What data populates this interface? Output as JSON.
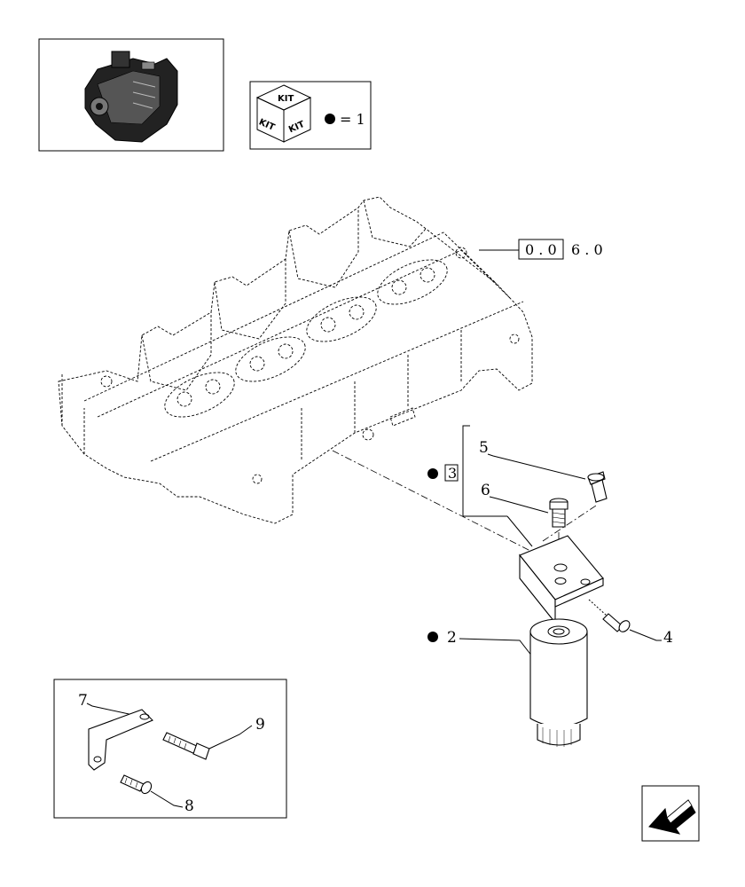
{
  "kit_legend": {
    "kit_label": "KIT",
    "equals_text": "= 1"
  },
  "reference": {
    "boxed_text": "0 . 0",
    "suffix_text": "6 . 0"
  },
  "callouts": {
    "kit_group_number": "3",
    "part_5": "5",
    "part_6": "6",
    "part_4": "4",
    "part_2": "2",
    "part_7": "7",
    "part_8": "8",
    "part_9": "9"
  },
  "icons": {
    "thumbnail": "engine-thumbnail-icon",
    "kit_cube": "kit-cube-icon",
    "bullet": "black-dot-icon",
    "nav": "previous-page-arrow-icon"
  },
  "colors": {
    "line": "#000000",
    "background": "#ffffff"
  }
}
